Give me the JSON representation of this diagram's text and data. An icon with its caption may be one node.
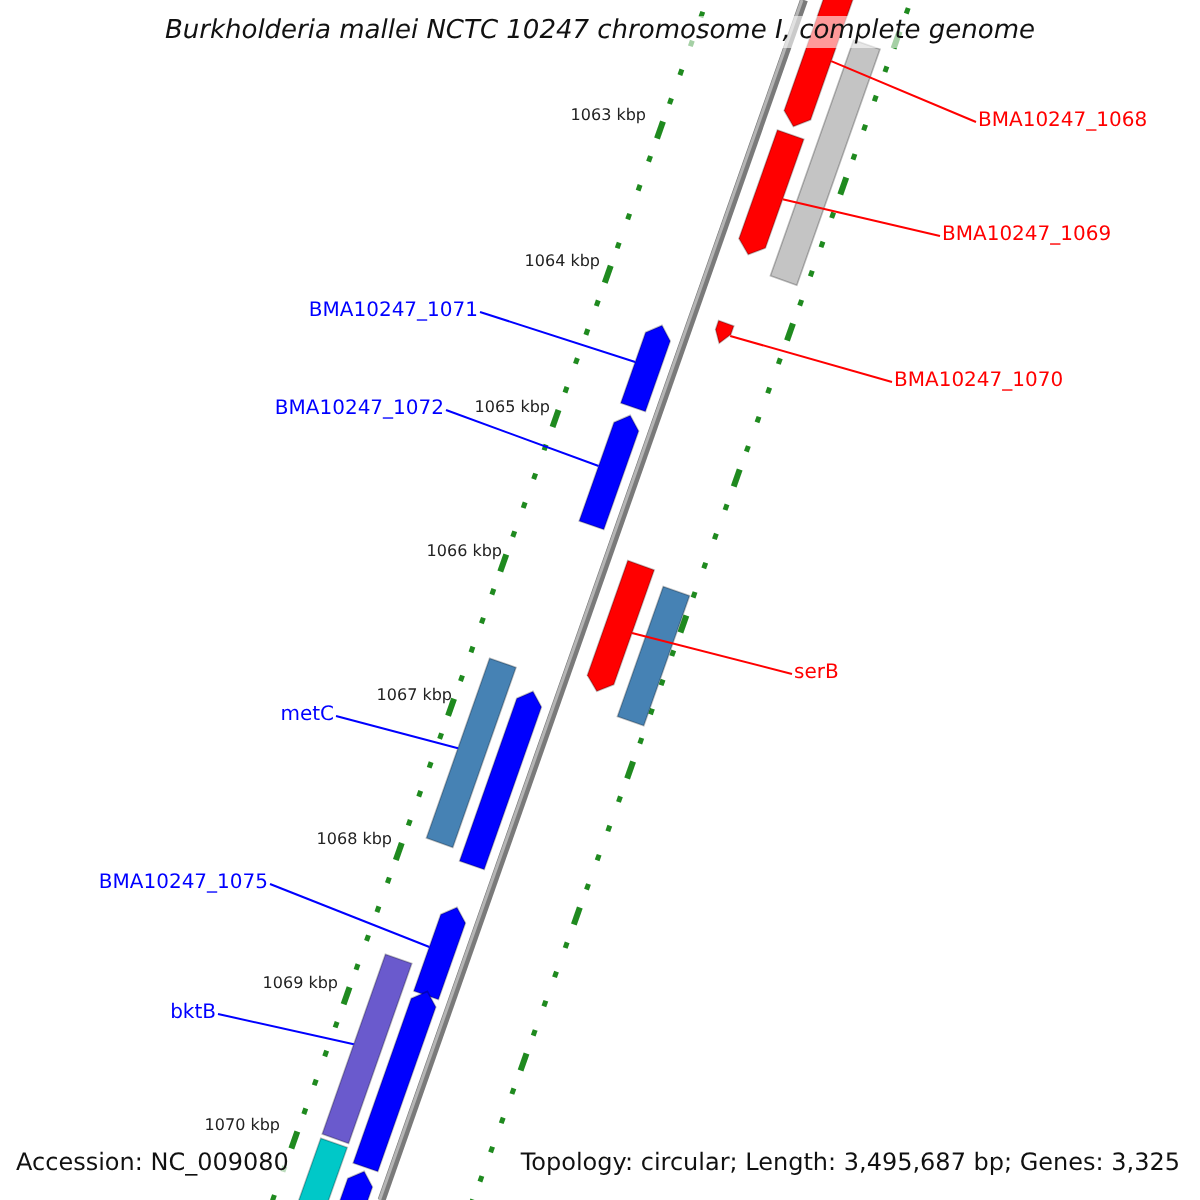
{
  "diagram": {
    "title": "Burkholderia mallei NCTC 10247 chromosome I, complete genome",
    "nodes": [
      {
        "text": [
          "BMA10247_1068"
        ]
      },
      {
        "text": [
          "BMA10247_1069"
        ]
      },
      {
        "text": [
          "BMA10247_1071"
        ]
      },
      {
        "text": [
          "BMA10247_1070"
        ]
      },
      {
        "text": [
          "BMA10247_1072"
        ]
      },
      {
        "text": [
          "serB"
        ]
      },
      {
        "text": [
          "metC"
        ]
      },
      {
        "text": [
          "BMA10247_1075"
        ]
      },
      {
        "text": [
          "bktB"
        ]
      },
      {
        "text": [],
        "shape": "bar"
      },
      {
        "text": [],
        "shape": "bar"
      },
      {
        "text": [],
        "shape": "bar"
      },
      {
        "text": [],
        "shape": "bar"
      },
      {
        "text": [],
        "shape": "bar"
      },
      {
        "text": [],
        "shape": "bar"
      },
      {
        "text": [],
        "shape": "bar"
      },
      {
        "text": [],
        "shape": "bar"
      },
      {
        "text": [],
        "shape": "bar"
      },
      {
        "text": [],
        "shape": "bar"
      },
      {
        "text": [],
        "shape": "bar"
      },
      {
        "text": [],
        "shape": "bar"
      },
      {
        "text": [],
        "shape": "bar"
      },
      {
        "text": [],
        "shape": "bar"
      },
      {
        "text": [],
        "shape": "bar"
      }
    ],
    "edges": [
      {
        "from": 0,
        "to": 9,
        "arrow": "none",
        "color": "#ff0000"
      },
      {
        "from": 1,
        "to": 11,
        "arrow": "none",
        "color": "#ff0000"
      },
      {
        "from": 2,
        "to": 13,
        "arrow": "none"
      },
      {
        "from": 3,
        "to": 12,
        "arrow": "none",
        "color": "#ff0000"
      },
      {
        "from": 4,
        "to": 14,
        "arrow": "none"
      },
      {
        "from": 5,
        "to": 15,
        "arrow": "none",
        "color": "#ff0000"
      },
      {
        "from": 6,
        "to": 17,
        "arrow": "none"
      },
      {
        "from": 7,
        "to": 19,
        "arrow": "none"
      },
      {
        "from": 8,
        "to": 20,
        "arrow": "none"
      }
    ],
    "labels": [
      "1063 kbp",
      "1064 kbp",
      "1065 kbp",
      "1066 kbp",
      "1067 kbp",
      "1068 kbp",
      "1069 kbp",
      "1070 kbp",
      "Accession: NC_009080",
      "Topology: circular; Length: 3,495,687 bp; Genes: 3,325"
    ]
  }
}
